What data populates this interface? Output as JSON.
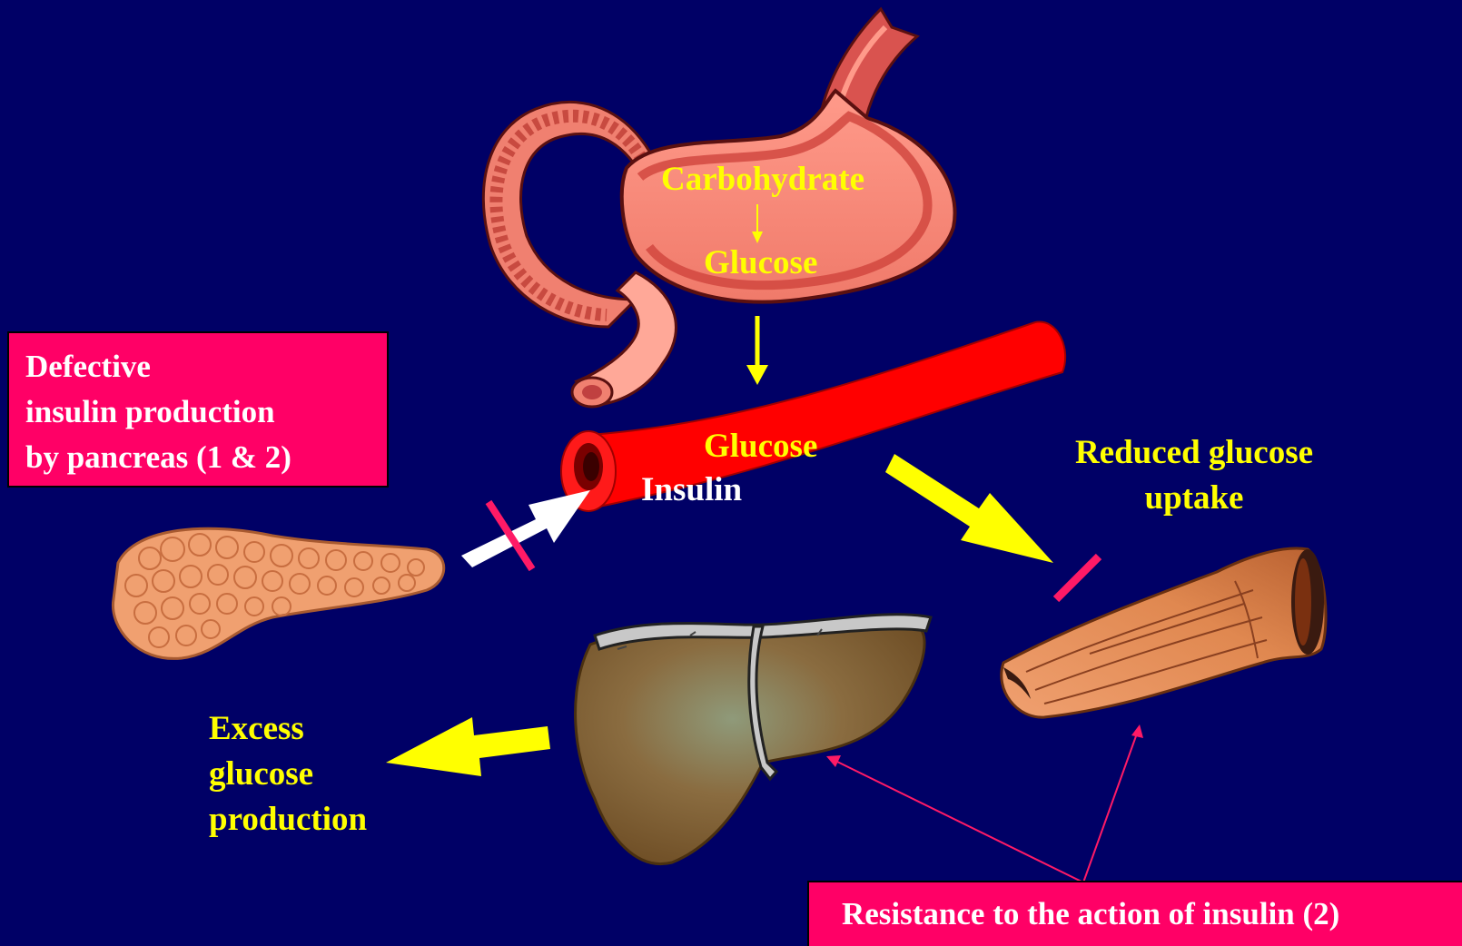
{
  "colors": {
    "background": "#000066",
    "text_yellow": "#ffff00",
    "text_white": "#ffffff",
    "box_fill": "#ff0066",
    "block_marker": "#ff1a66",
    "vessel": "#ff0000"
  },
  "organs": {
    "stomach": "stomach-icon",
    "blood_vessel": "blood-vessel-icon",
    "pancreas": "pancreas-icon",
    "liver": "liver-icon",
    "muscle": "muscle-icon"
  },
  "stomach": {
    "carbohydrate": "Carbohydrate",
    "glucose": "Glucose"
  },
  "vessel": {
    "glucose": "Glucose",
    "insulin": "Insulin"
  },
  "pancreas_box": {
    "lines": [
      "Defective",
      "insulin production",
      "by pancreas (1 & 2)"
    ]
  },
  "muscle_label": {
    "lines": [
      "Reduced glucose",
      "uptake"
    ]
  },
  "liver_label": {
    "lines": [
      "Excess",
      "glucose",
      "production"
    ]
  },
  "resistance_box": {
    "text": "Resistance to the action of insulin (2)"
  }
}
